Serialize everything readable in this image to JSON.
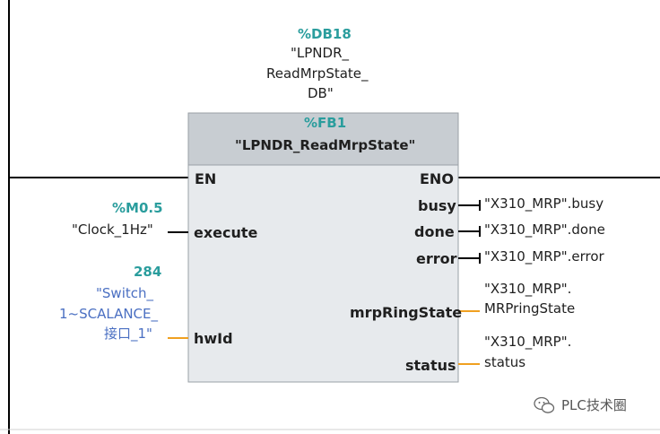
{
  "instance_db": {
    "address": "%DB18",
    "name_lines": [
      "\"LPNDR_",
      "ReadMrpState_",
      "DB\""
    ]
  },
  "block": {
    "address": "%FB1",
    "name": "\"LPNDR_ReadMrpState\""
  },
  "pins_left": {
    "en": "EN",
    "execute": "execute",
    "hwid": "hwId"
  },
  "pins_right": {
    "eno": "ENO",
    "busy": "busy",
    "done": "done",
    "error": "error",
    "mrpRingState": "mrpRingState",
    "status": "status"
  },
  "inputs": {
    "execute": {
      "address": "%M0.5",
      "symbol": "\"Clock_1Hz\""
    },
    "hwid": {
      "value": "284",
      "symbol_lines": [
        "\"Switch_",
        "1~SCALANCE_",
        "接口_1\""
      ]
    }
  },
  "outputs": {
    "busy": "\"X310_MRP\".busy",
    "done": "\"X310_MRP\".done",
    "error": "\"X310_MRP\".error",
    "mrpRingState_lines": [
      "\"X310_MRP\".",
      "MRPringState"
    ],
    "status_lines": [
      "\"X310_MRP\".",
      "status"
    ]
  },
  "watermark": {
    "text": "PLC技术圈",
    "icon": "wechat-icon"
  },
  "colors": {
    "rail": "#000000",
    "block_header": "#c8cdd2",
    "block_body": "#e7eaed",
    "block_border": "#9aa0a6",
    "bool_wire": "#000000",
    "data_wire": "#f0a020",
    "address": "#2a9d9d",
    "symbol_blue": "#4a6fc2"
  }
}
